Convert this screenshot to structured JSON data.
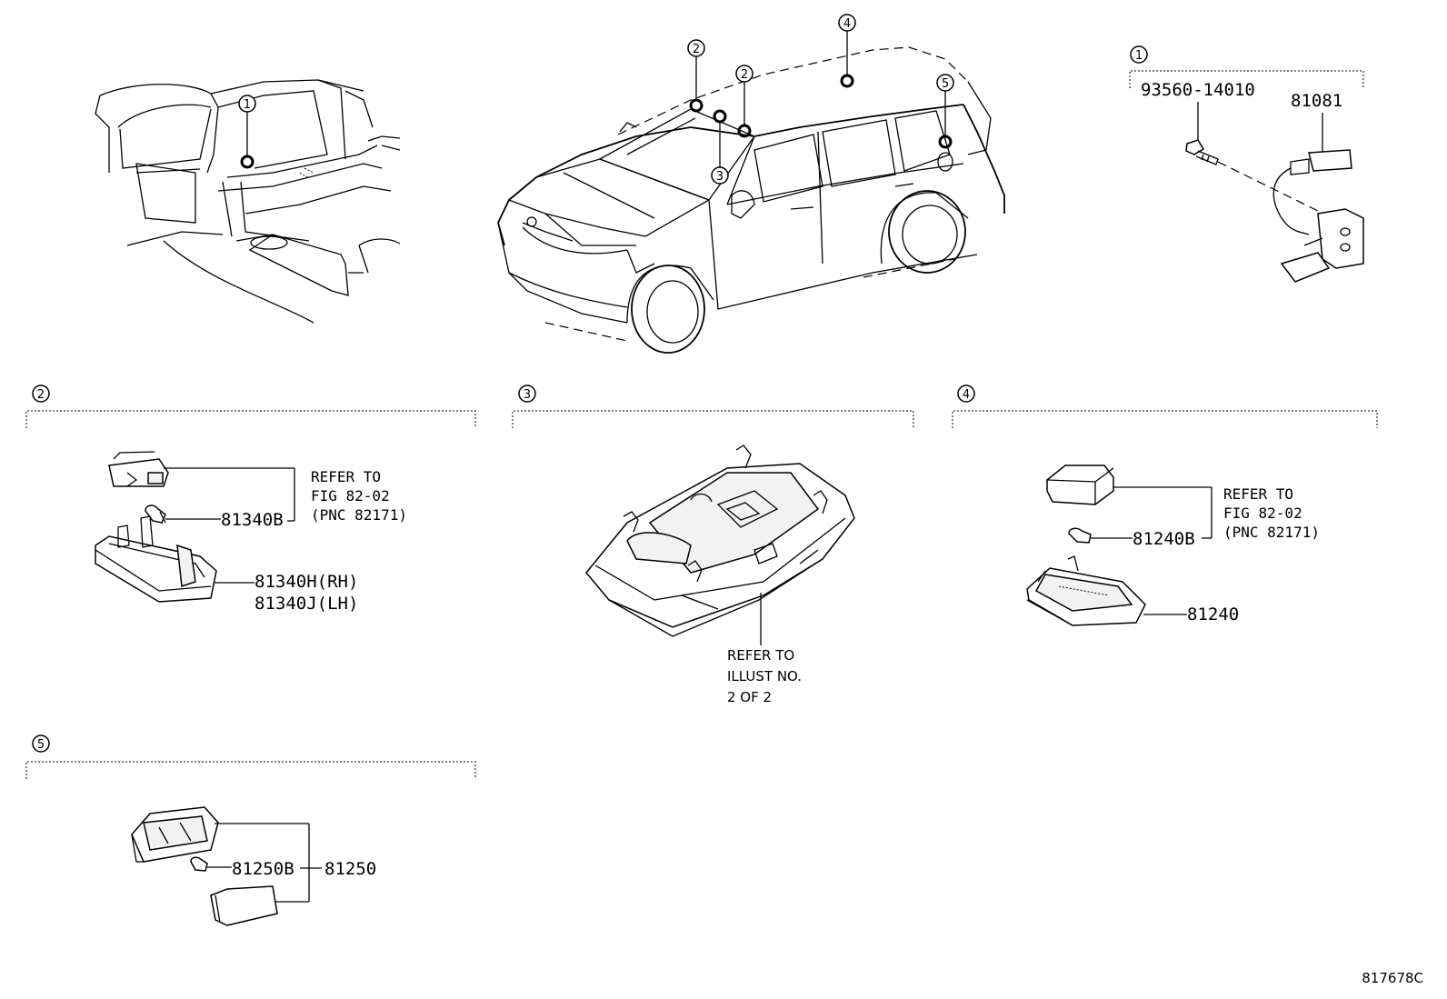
{
  "callouts": [
    "1",
    "2",
    "3",
    "4",
    "5"
  ],
  "group1": {
    "label": "1",
    "parts": [
      "93560-14010",
      "81081"
    ]
  },
  "group2": {
    "label": "2",
    "bulb": "81340B",
    "housing_rh": "81340H(RH)",
    "housing_lh": "81340J(LH)",
    "refer": [
      "REFER TO",
      "FIG 82-02",
      "(PNC 82171)"
    ]
  },
  "group3": {
    "label": "3",
    "refer": [
      "REFER TO",
      "ILLUST NO.",
      "2 OF 2"
    ]
  },
  "group4": {
    "label": "4",
    "bulb": "81240B",
    "lamp": "81240",
    "refer": [
      "REFER TO",
      "FIG 82-02",
      "(PNC 82171)"
    ]
  },
  "group5": {
    "label": "5",
    "bulb": "81250B",
    "lamp": "81250"
  },
  "illustration_id": "817678C"
}
